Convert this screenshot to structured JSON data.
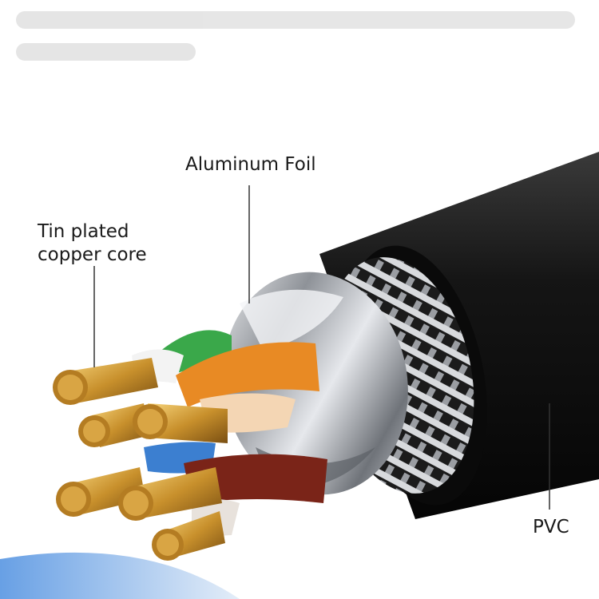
{
  "labels": {
    "aluminum_foil": "Aluminum Foil",
    "tin_plated_line1": "Tin plated",
    "tin_plated_line2": "copper core",
    "pvc": "PVC"
  },
  "colors": {
    "jacket": "#141414",
    "foil": "#b9bcc2",
    "copper": "#c8902c",
    "pair_orange": "#e88a24",
    "pair_green": "#3aa84a",
    "pair_brown": "#7a2418",
    "pair_blue": "#3c7fd0",
    "background": "#ffffff"
  }
}
